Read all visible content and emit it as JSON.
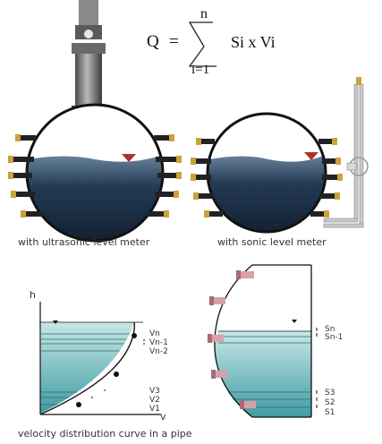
{
  "formula": {
    "lhs": "Q",
    "equals": "=",
    "sum_upper": "n",
    "sum_lower": "i=1",
    "term": "Si x Vi"
  },
  "captions": {
    "ultrasonic": "with ultrasonic level meter",
    "sonic": "with sonic level meter",
    "velocity": "velocity distribution curve in a pipe"
  },
  "velocity_chart": {
    "y_axis_label": "h",
    "x_axis_label": "v",
    "level_labels": [
      "Vn",
      "Vn-1",
      "Vn-2",
      "V3",
      "V2",
      "V1"
    ]
  },
  "area_chart": {
    "level_labels": [
      "Sn",
      "Sn-1",
      "S3",
      "S2",
      "S1"
    ]
  },
  "colors": {
    "water_top": "#b9dfe0",
    "water_bottom": "#3f9ca3",
    "dark_water": "#1c3046",
    "pipe_outline": "#111111",
    "sensor_gold": "#c9a23a",
    "sensor_pink": "#d9a0ac",
    "marker_red": "#b03030"
  }
}
